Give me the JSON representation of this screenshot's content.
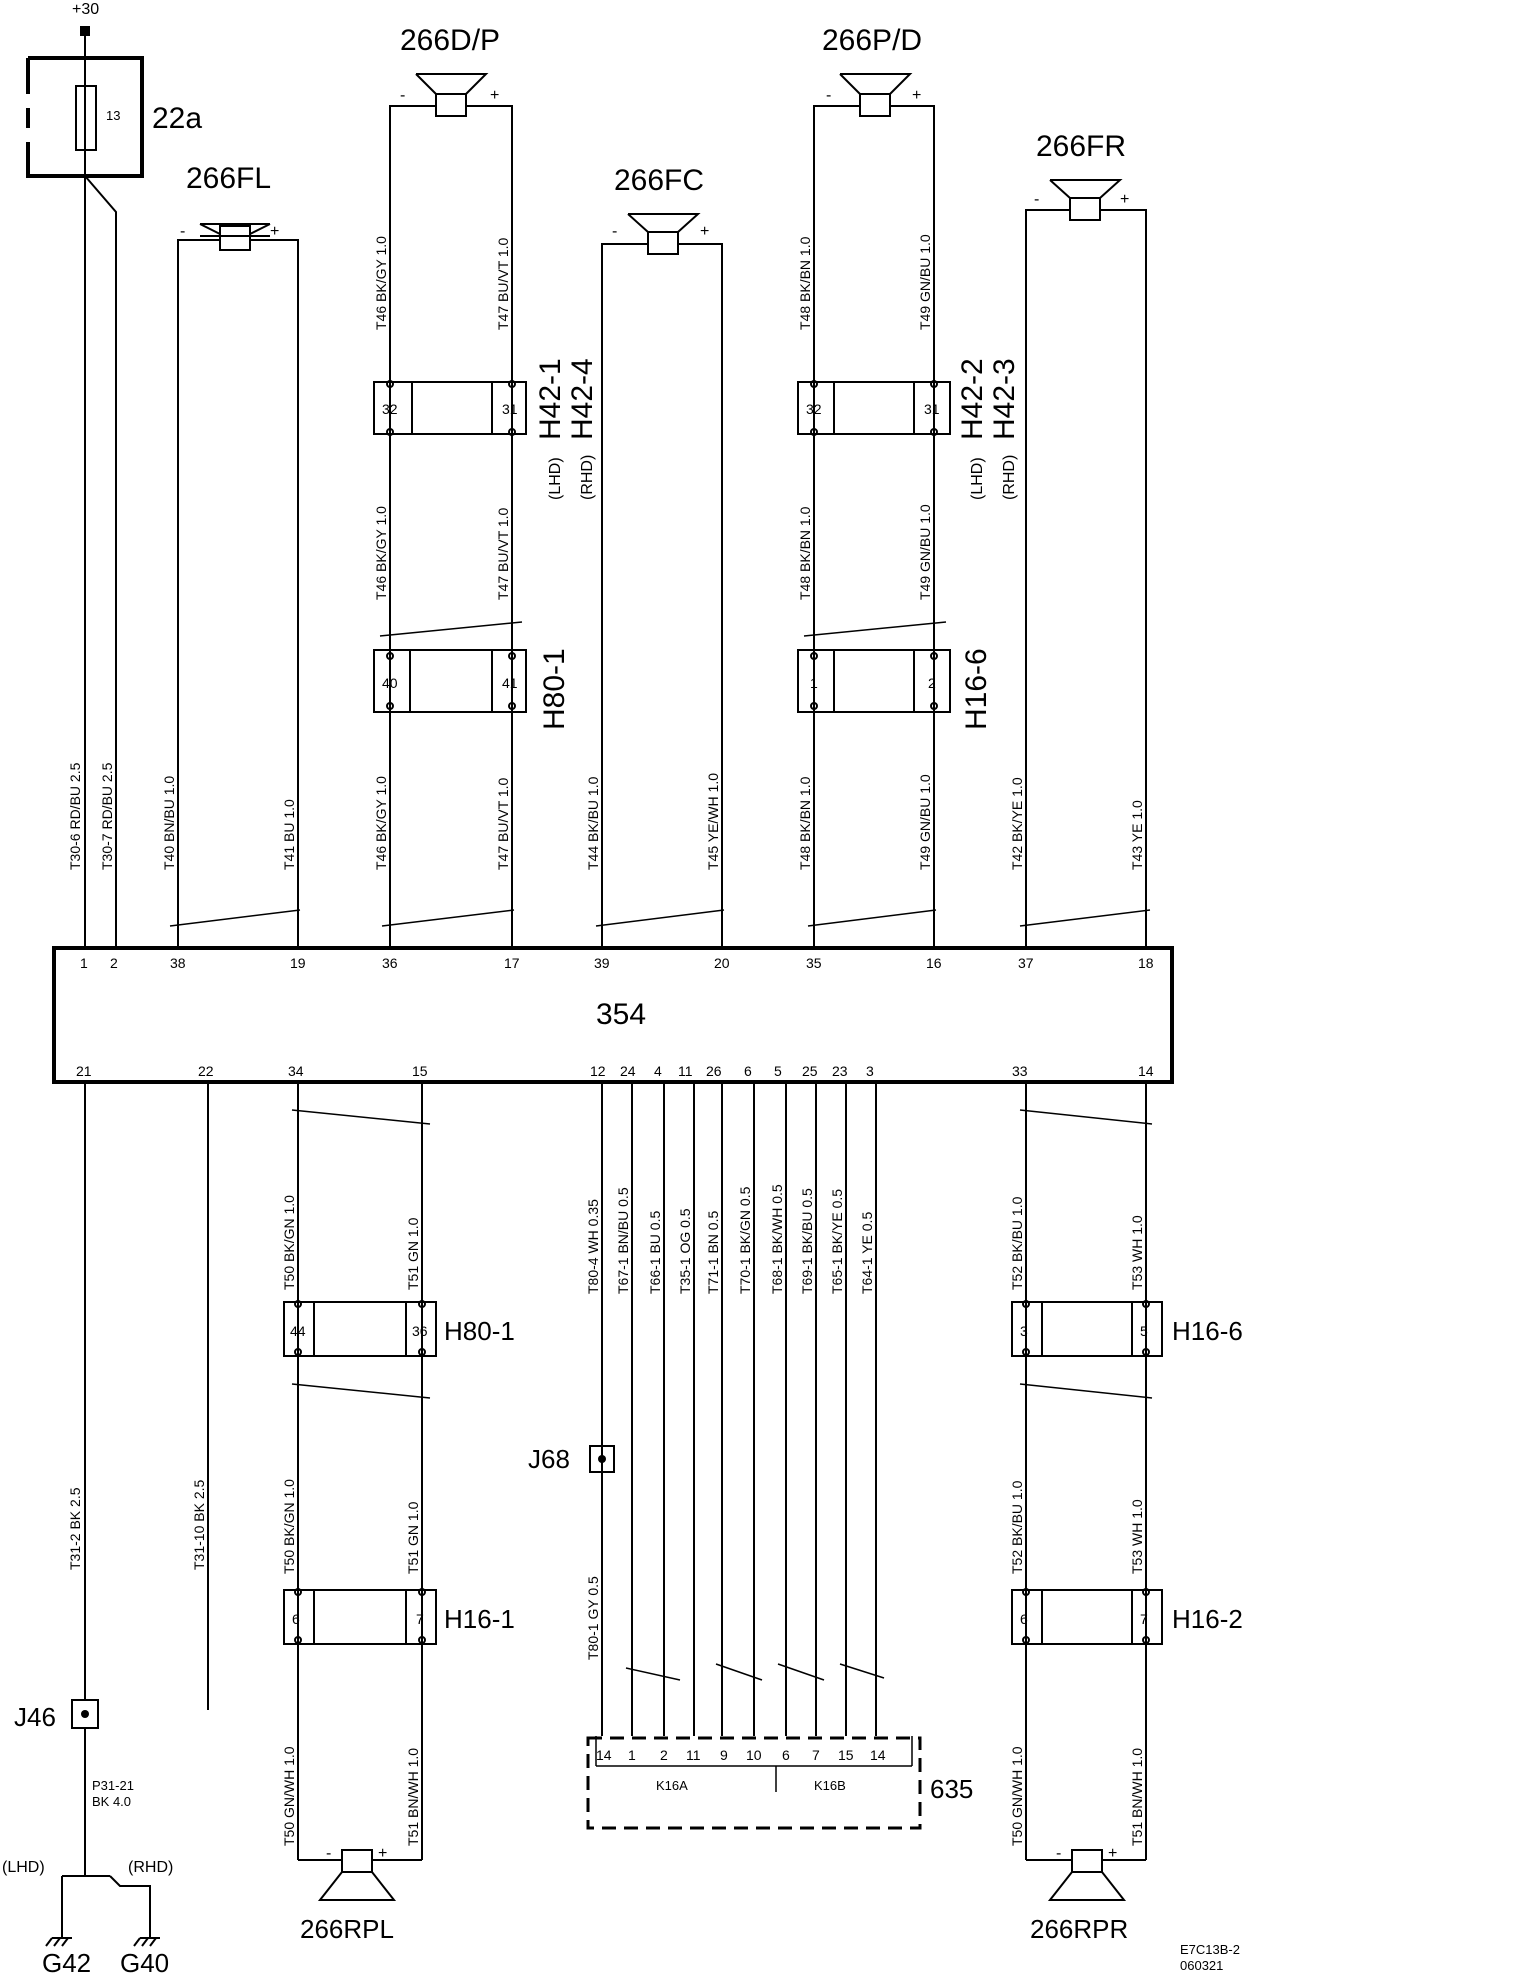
{
  "diagram": {
    "supply_label": "+30",
    "fuse": {
      "code": "22a",
      "number": "13"
    },
    "module": {
      "code": "354"
    },
    "drawing_code": "E7C13B-2",
    "drawing_date": "060321",
    "speakers": {
      "fl": {
        "label": "266FL",
        "neg": "-",
        "pos": "+"
      },
      "dp": {
        "label": "266D/P",
        "neg": "-",
        "pos": "+"
      },
      "fc": {
        "label": "266FC",
        "neg": "-",
        "pos": "+"
      },
      "pd": {
        "label": "266P/D",
        "neg": "-",
        "pos": "+"
      },
      "fr": {
        "label": "266FR",
        "neg": "-",
        "pos": "+"
      },
      "rpl": {
        "label": "266RPL",
        "neg": "-",
        "pos": "+"
      },
      "rpr": {
        "label": "266RPR",
        "neg": "-",
        "pos": "+"
      }
    },
    "connectors_top": {
      "h42_left": {
        "label1": "H42-1",
        "label2": "H42-4",
        "note1": "(LHD)",
        "note2": "(RHD)",
        "pin_a": "32",
        "pin_b": "31"
      },
      "h42_right": {
        "label1": "H42-2",
        "label2": "H42-3",
        "note1": "(LHD)",
        "note2": "(RHD)",
        "pin_a": "32",
        "pin_b": "31"
      },
      "h80_top": {
        "label": "H80-1",
        "pin_a": "40",
        "pin_b": "41"
      },
      "h16_top": {
        "label": "H16-6",
        "pin_a": "1",
        "pin_b": "2"
      }
    },
    "connectors_bottom": {
      "h80_bot": {
        "label": "H80-1",
        "pin_a": "44",
        "pin_b": "36"
      },
      "h16_1": {
        "label": "H16-1",
        "pin_a": "6",
        "pin_b": "7"
      },
      "h16_6_bot": {
        "label": "H16-6",
        "pin_a": "3",
        "pin_b": "5"
      },
      "h16_2": {
        "label": "H16-2",
        "pin_a": "6",
        "pin_b": "7"
      }
    },
    "splices": {
      "j68": "J68",
      "j46": "J46"
    },
    "grounds": {
      "g42": "G42",
      "g40": "G40",
      "lhd": "(LHD)",
      "rhd": "(RHD)",
      "wire1": "P31-21",
      "wire2": "BK 4.0"
    },
    "cd635": {
      "label": "635",
      "k16a": "K16A",
      "k16b": "K16B",
      "pins": [
        "14",
        "1",
        "2",
        "11",
        "9",
        "10",
        "6",
        "7",
        "15",
        "14"
      ]
    },
    "module_pins_top": [
      "1",
      "2",
      "38",
      "19",
      "36",
      "17",
      "39",
      "20",
      "35",
      "16",
      "37",
      "18"
    ],
    "module_pins_bottom": [
      "21",
      "22",
      "34",
      "15",
      "12",
      "24",
      "4",
      "11",
      "26",
      "6",
      "5",
      "25",
      "23",
      "3",
      "33",
      "14"
    ],
    "wire_labels": {
      "t30_6": "T30-6   RD/BU   2.5",
      "t30_7": "T30-7   RD/BU   2.5",
      "t40": "T40  BN/BU   1.0",
      "t41": "T41   BU   1.0",
      "t46_up": "T46   BK/GY   1.0",
      "t47_up": "T47   BU/VT   1.0",
      "t46_mid": "T46   BK/GY   1.0",
      "t47_mid": "T47   BU/VT   1.0",
      "t46_low": "T46   BK/GY   1.0",
      "t47_low": "T47   BU/VT   1.0",
      "t44": "T44   BK/BU   1.0",
      "t45": "T45   YE/WH   1.0",
      "t48_up": "T48   BK/BN   1.0",
      "t49_up": "T49   GN/BU   1.0",
      "t48_mid": "T48   BK/BN   1.0",
      "t49_mid": "T49   GN/BU   1.0",
      "t48_low": "T48   BK/BN   1.0",
      "t49_low": "T49   GN/BU   1.0",
      "t42": "T42        BK/YE   1.0",
      "t43": "T43   YE 1.0",
      "t50_a": "T50   BK/GN   1.0",
      "t51_a": "T51   GN 1.0",
      "t50_b": "T50   BK/GN   1.0",
      "t51_b": "T51   GN 1.0",
      "t50_c": "T50   GN/WH 1.0",
      "t51_c": "T51   BN/WH 1.0",
      "t31_2": "T31-2  BK   2.5",
      "t31_10": "T31-10  BK   2.5",
      "t80_4": "T80-4  WH  0.35",
      "t67_1": "T67-1  BN/BU  0.5",
      "t66_1": "T66-1  BU  0.5",
      "t35_1": "T35-1  OG 0.5",
      "t71_1": "T71-1  BN  0.5",
      "t70_1": "T70-1  BK/GN  0.5",
      "t68_1": "T68-1  BK/WH  0.5",
      "t69_1": "T69-1  BK/BU  0.5",
      "t65_1": "T65-1  BK/YE  0.5",
      "t64_1": "T64-1  YE  0.5",
      "t80_1": "T80-1        GY  0.5",
      "t52_a": "T52  BK/BU   1.0",
      "t53_a": "T53   WH 1.0",
      "t52_b": "T52  BK/BU   1.0",
      "t53_b": "T53   WH 1.0",
      "t50_r": "T50   GN/WH 1.0",
      "t51_r": "T51   BN/WH 1.0"
    }
  }
}
